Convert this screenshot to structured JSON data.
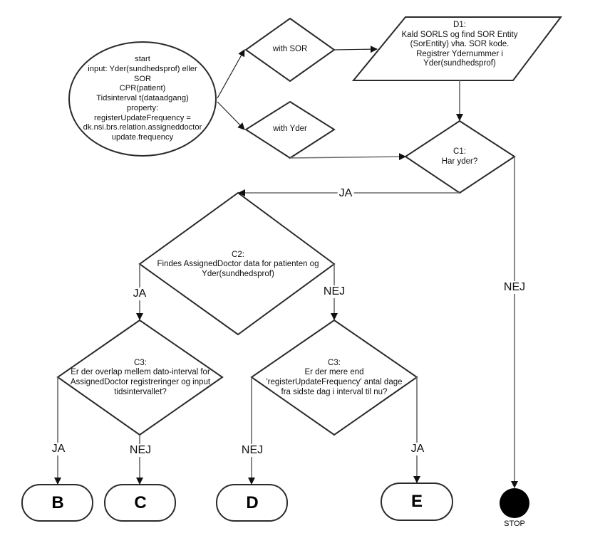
{
  "diagram": {
    "nodes": {
      "start": {
        "lines": [
          "start",
          "input: Yder(sundhedsprof) eller",
          "SOR",
          "CPR(patient)",
          "Tidsinterval t(dataadgang)",
          "property:",
          "registerUpdateFrequency =",
          "dk.nsi.brs.relation.assigneddoctor",
          "update.frequency"
        ]
      },
      "with_sor": {
        "text": "with SOR"
      },
      "with_yder": {
        "text": "with Yder"
      },
      "d1": {
        "lines": [
          "D1:",
          "Kald SORLS og find SOR Entity",
          "(SorEntity) vha. SOR kode.",
          "Registrer Ydernummer i",
          "Yder(sundhedsprof)"
        ]
      },
      "c1": {
        "lines": [
          "C1:",
          "Har yder?"
        ]
      },
      "c2": {
        "lines": [
          "C2:",
          "Findes AssignedDoctor data for patienten og",
          "Yder(sundhedsprof)"
        ]
      },
      "c3_left": {
        "lines": [
          "C3:",
          "Er der overlap mellem dato-interval for",
          "AssignedDoctor registreringer og input",
          "tidsintervallet?"
        ]
      },
      "c3_right": {
        "lines": [
          "C3:",
          "Er der mere end",
          "'registerUpdateFrequency' antal dage",
          "fra sidste dag i interval til nu?"
        ]
      },
      "b": {
        "text": "B"
      },
      "c": {
        "text": "C"
      },
      "d": {
        "text": "D"
      },
      "e": {
        "text": "E"
      },
      "stop": {
        "text": "STOP"
      }
    },
    "edge_labels": {
      "c1_ja": "JA",
      "c1_nej": "NEJ",
      "c2_ja": "JA",
      "c2_nej": "NEJ",
      "c3l_ja": "JA",
      "c3l_nej": "NEJ",
      "c3r_nej": "NEJ",
      "c3r_ja": "JA"
    },
    "colors": {
      "stroke": "#2b2b2b",
      "edge": "#6b6b6b",
      "stop_fill": "#000000"
    }
  }
}
